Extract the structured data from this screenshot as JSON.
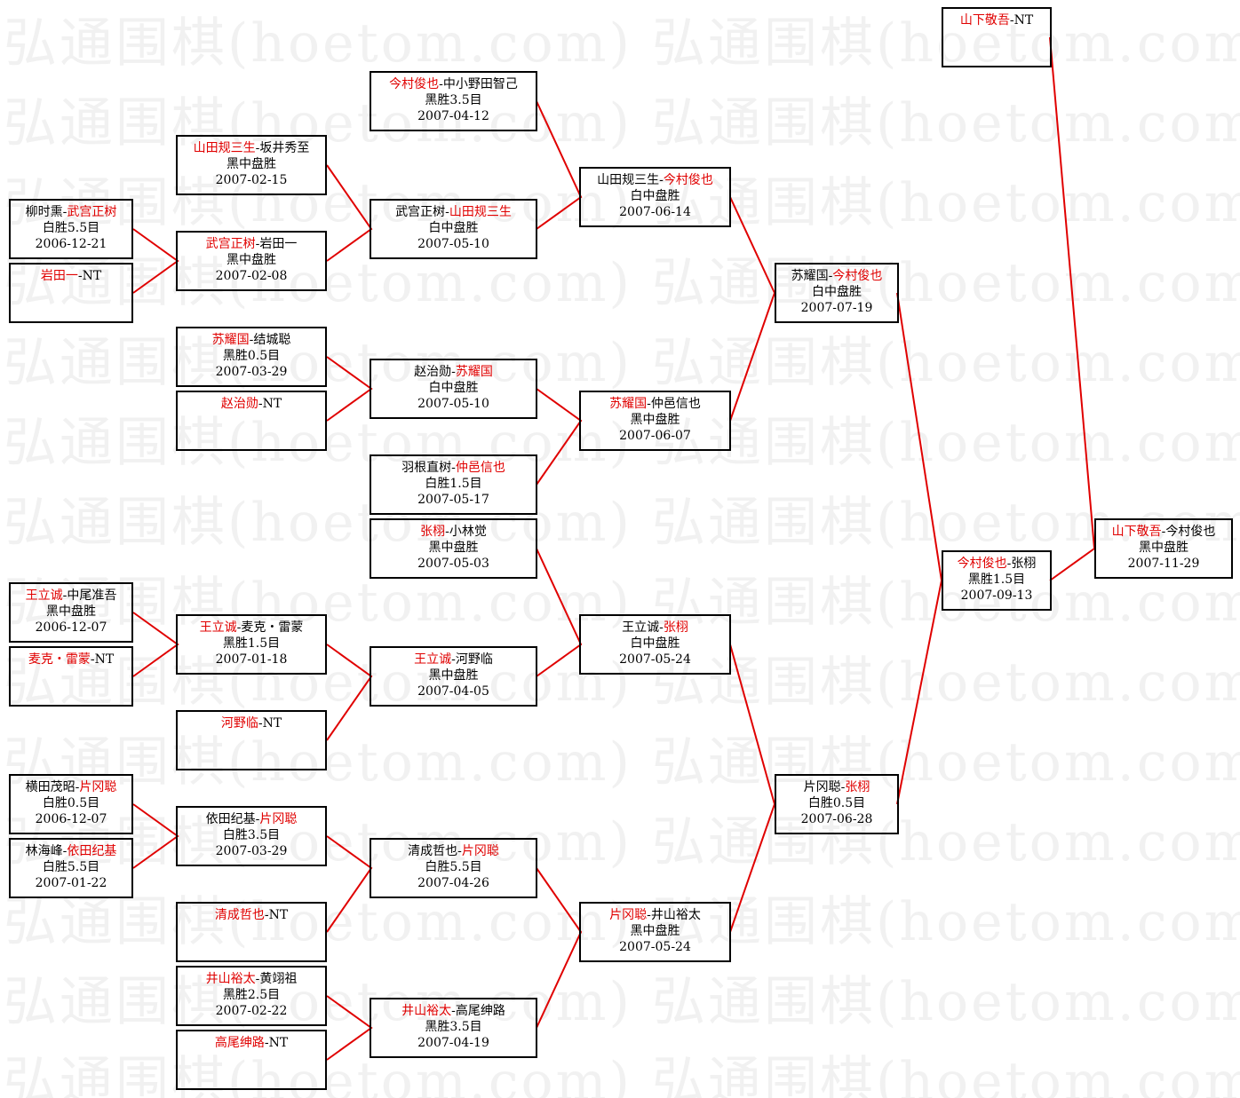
{
  "watermark": "弘通围棋(hoetom.com) 弘通围棋(hoetom.com) 弘通围棋(hoetom.com)",
  "colors": {
    "winner": "#e00000",
    "line": "#e00000",
    "border": "#000000"
  },
  "matches": {
    "r1_m1": {
      "p1": "柳时熏",
      "p2": "武宫正树",
      "winner": 2,
      "result": "白胜5.5目",
      "date": "2006-12-21"
    },
    "r1_m2": {
      "p1": "岩田一",
      "p2": "NT",
      "winner": 1,
      "result": "",
      "date": ""
    },
    "r1_m3": {
      "p1": "王立诚",
      "p2": "中尾准吾",
      "winner": 1,
      "result": "黑中盘胜",
      "date": "2006-12-07"
    },
    "r1_m4": {
      "p1": "麦克・雷蒙",
      "p2": "NT",
      "winner": 1,
      "result": "",
      "date": ""
    },
    "r1_m5": {
      "p1": "横田茂昭",
      "p2": "片冈聪",
      "winner": 2,
      "result": "白胜0.5目",
      "date": "2006-12-07"
    },
    "r1_m6": {
      "p1": "林海峰",
      "p2": "依田纪基",
      "winner": 2,
      "result": "白胜5.5目",
      "date": "2007-01-22"
    },
    "r2_m1": {
      "p1": "山田规三生",
      "p2": "坂井秀至",
      "winner": 1,
      "result": "黑中盘胜",
      "date": "2007-02-15"
    },
    "r2_m2": {
      "p1": "武宫正树",
      "p2": "岩田一",
      "winner": 1,
      "result": "黑中盘胜",
      "date": "2007-02-08"
    },
    "r2_m3": {
      "p1": "苏耀国",
      "p2": "结城聪",
      "winner": 1,
      "result": "黑胜0.5目",
      "date": "2007-03-29"
    },
    "r2_m4": {
      "p1": "赵治勋",
      "p2": "NT",
      "winner": 1,
      "result": "",
      "date": ""
    },
    "r2_m5": {
      "p1": "王立诚",
      "p2": "麦克・雷蒙",
      "winner": 1,
      "result": "黑胜1.5目",
      "date": "2007-01-18"
    },
    "r2_m6": {
      "p1": "河野临",
      "p2": "NT",
      "winner": 1,
      "result": "",
      "date": ""
    },
    "r2_m7": {
      "p1": "依田纪基",
      "p2": "片冈聪",
      "winner": 2,
      "result": "白胜3.5目",
      "date": "2007-03-29"
    },
    "r2_m8": {
      "p1": "清成哲也",
      "p2": "NT",
      "winner": 1,
      "result": "",
      "date": ""
    },
    "r2_m9": {
      "p1": "井山裕太",
      "p2": "黄翊祖",
      "winner": 1,
      "result": "黑胜2.5目",
      "date": "2007-02-22"
    },
    "r2_m10": {
      "p1": "高尾绅路",
      "p2": "NT",
      "winner": 1,
      "result": "",
      "date": ""
    },
    "r3_m1": {
      "p1": "今村俊也",
      "p2": "中小野田智己",
      "winner": 1,
      "result": "黑胜3.5目",
      "date": "2007-04-12"
    },
    "r3_m2": {
      "p1": "武宫正树",
      "p2": "山田规三生",
      "winner": 2,
      "result": "白中盘胜",
      "date": "2007-05-10"
    },
    "r3_m3": {
      "p1": "赵治勋",
      "p2": "苏耀国",
      "winner": 2,
      "result": "白中盘胜",
      "date": "2007-05-10"
    },
    "r3_m4": {
      "p1": "羽根直树",
      "p2": "仲邑信也",
      "winner": 2,
      "result": "白胜1.5目",
      "date": "2007-05-17"
    },
    "r3_m5": {
      "p1": "张栩",
      "p2": "小林觉",
      "winner": 1,
      "result": "黑中盘胜",
      "date": "2007-05-03"
    },
    "r3_m6": {
      "p1": "王立诚",
      "p2": "河野临",
      "winner": 1,
      "result": "黑中盘胜",
      "date": "2007-04-05"
    },
    "r3_m7": {
      "p1": "清成哲也",
      "p2": "片冈聪",
      "winner": 2,
      "result": "白胜5.5目",
      "date": "2007-04-26"
    },
    "r3_m8": {
      "p1": "井山裕太",
      "p2": "高尾绅路",
      "winner": 1,
      "result": "黑胜3.5目",
      "date": "2007-04-19"
    },
    "r4_m1": {
      "p1": "山田规三生",
      "p2": "今村俊也",
      "winner": 2,
      "result": "白中盘胜",
      "date": "2007-06-14"
    },
    "r4_m2": {
      "p1": "苏耀国",
      "p2": "仲邑信也",
      "winner": 1,
      "result": "黑中盘胜",
      "date": "2007-06-07"
    },
    "r4_m3": {
      "p1": "王立诚",
      "p2": "张栩",
      "winner": 2,
      "result": "白中盘胜",
      "date": "2007-05-24"
    },
    "r4_m4": {
      "p1": "片冈聪",
      "p2": "井山裕太",
      "winner": 1,
      "result": "黑中盘胜",
      "date": "2007-05-24"
    },
    "r5_m1": {
      "p1": "苏耀国",
      "p2": "今村俊也",
      "winner": 2,
      "result": "白中盘胜",
      "date": "2007-07-19"
    },
    "r5_m2": {
      "p1": "片冈聪",
      "p2": "张栩",
      "winner": 2,
      "result": "白胜0.5目",
      "date": "2007-06-28"
    },
    "r6_m1": {
      "p1": "今村俊也",
      "p2": "张栩",
      "winner": 1,
      "result": "黑胜1.5目",
      "date": "2007-09-13"
    },
    "seed_m1": {
      "p1": "山下敬吾",
      "p2": "NT",
      "winner": 1,
      "result": "",
      "date": ""
    },
    "final_m1": {
      "p1": "山下敬吾",
      "p2": "今村俊也",
      "winner": 1,
      "result": "黑中盘胜",
      "date": "2007-11-29"
    }
  }
}
